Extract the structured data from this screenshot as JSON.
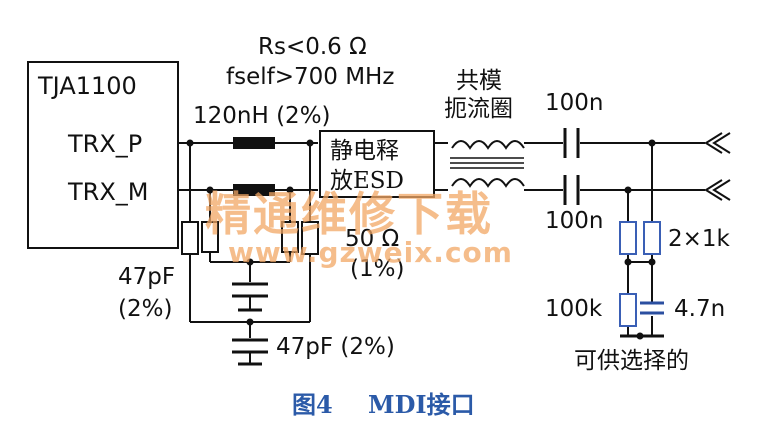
{
  "ic": {
    "name": "TJA1100",
    "pin_p": "TRX_P",
    "pin_m": "TRX_M"
  },
  "spec": {
    "line1": "Rs<0.6 Ω",
    "line2": "fself>700 MHz"
  },
  "inductor": {
    "label": "120nH (2%)"
  },
  "esd": {
    "line1": "静电释",
    "line2": "放ESD"
  },
  "choke": {
    "line1": "共模",
    "line2": "扼流圈"
  },
  "cap_top": "100n",
  "cap_bot": "100n",
  "resistor_term": {
    "line1": "50 Ω",
    "line2": "(1%)"
  },
  "cap_left": {
    "line1": "47pF",
    "line2": "(2%)"
  },
  "cap_bottom": "47pF (2%)",
  "bias": {
    "res_pair": "2×1k",
    "res_single": "100k",
    "cap": "4.7n",
    "note": "可供选择的"
  },
  "caption": {
    "fig": "图4",
    "title": "MDI接口"
  },
  "watermark": {
    "cn": "精通维修下载",
    "url": "www.gzweix.com"
  },
  "colors": {
    "line": "#111111",
    "cap_blue": "#2b4fa0",
    "resistor_blue": "#3a5fb5",
    "caption": "#2b5aa8",
    "watermark": "#f2a765"
  }
}
